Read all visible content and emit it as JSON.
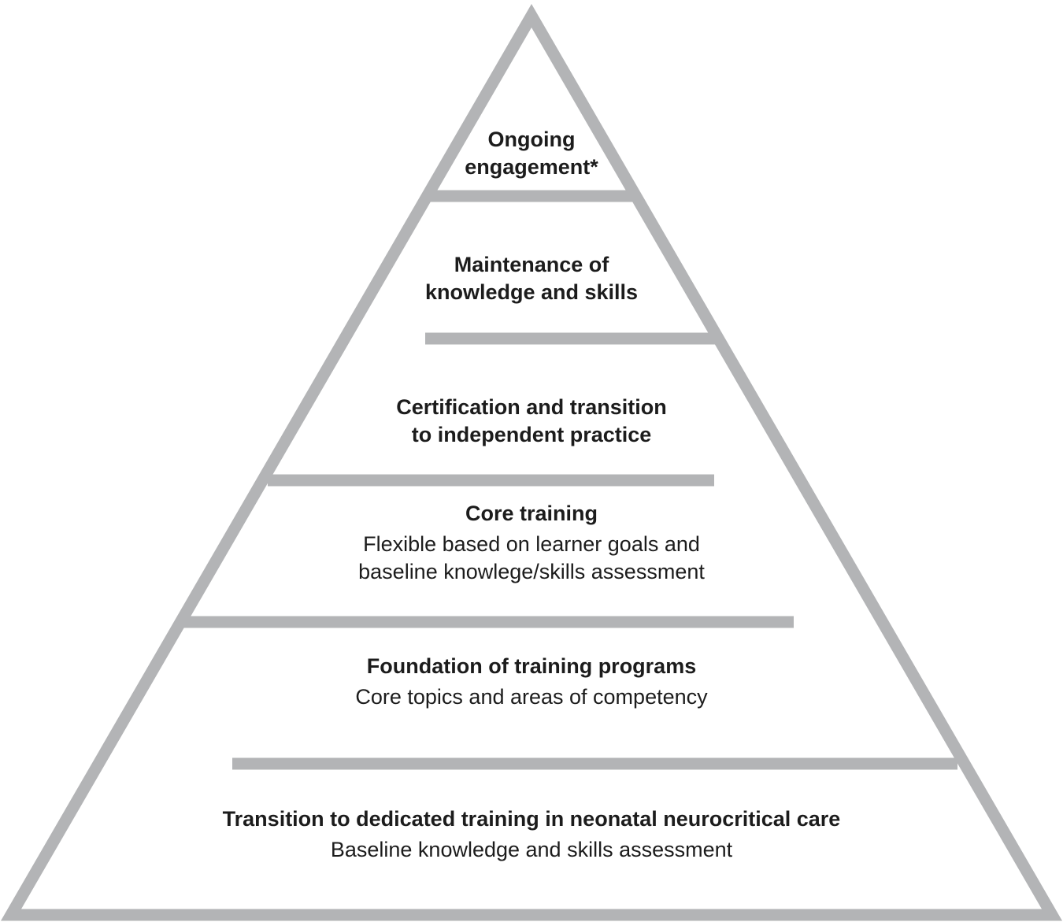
{
  "colors": {
    "stroke": "#b3b4b6",
    "text": "#1c1c1c",
    "background": "#ffffff"
  },
  "levels": [
    {
      "title_lines": [
        "Ongoing",
        "engagement*"
      ],
      "subtitle_lines": []
    },
    {
      "title_lines": [
        "Maintenance of",
        "knowledge and skills"
      ],
      "subtitle_lines": []
    },
    {
      "title_lines": [
        "Certification and transition",
        "to independent practice"
      ],
      "subtitle_lines": []
    },
    {
      "title_lines": [
        "Core training"
      ],
      "subtitle_lines": [
        "Flexible based on learner goals and",
        "baseline knowlege/skills assessment"
      ]
    },
    {
      "title_lines": [
        "Foundation of training programs"
      ],
      "subtitle_lines": [
        "Core topics and areas of competency"
      ]
    },
    {
      "title_lines": [
        "Transition to dedicated training in neonatal neurocritical care"
      ],
      "subtitle_lines": [
        "Baseline knowledge and skills assessment"
      ]
    }
  ]
}
